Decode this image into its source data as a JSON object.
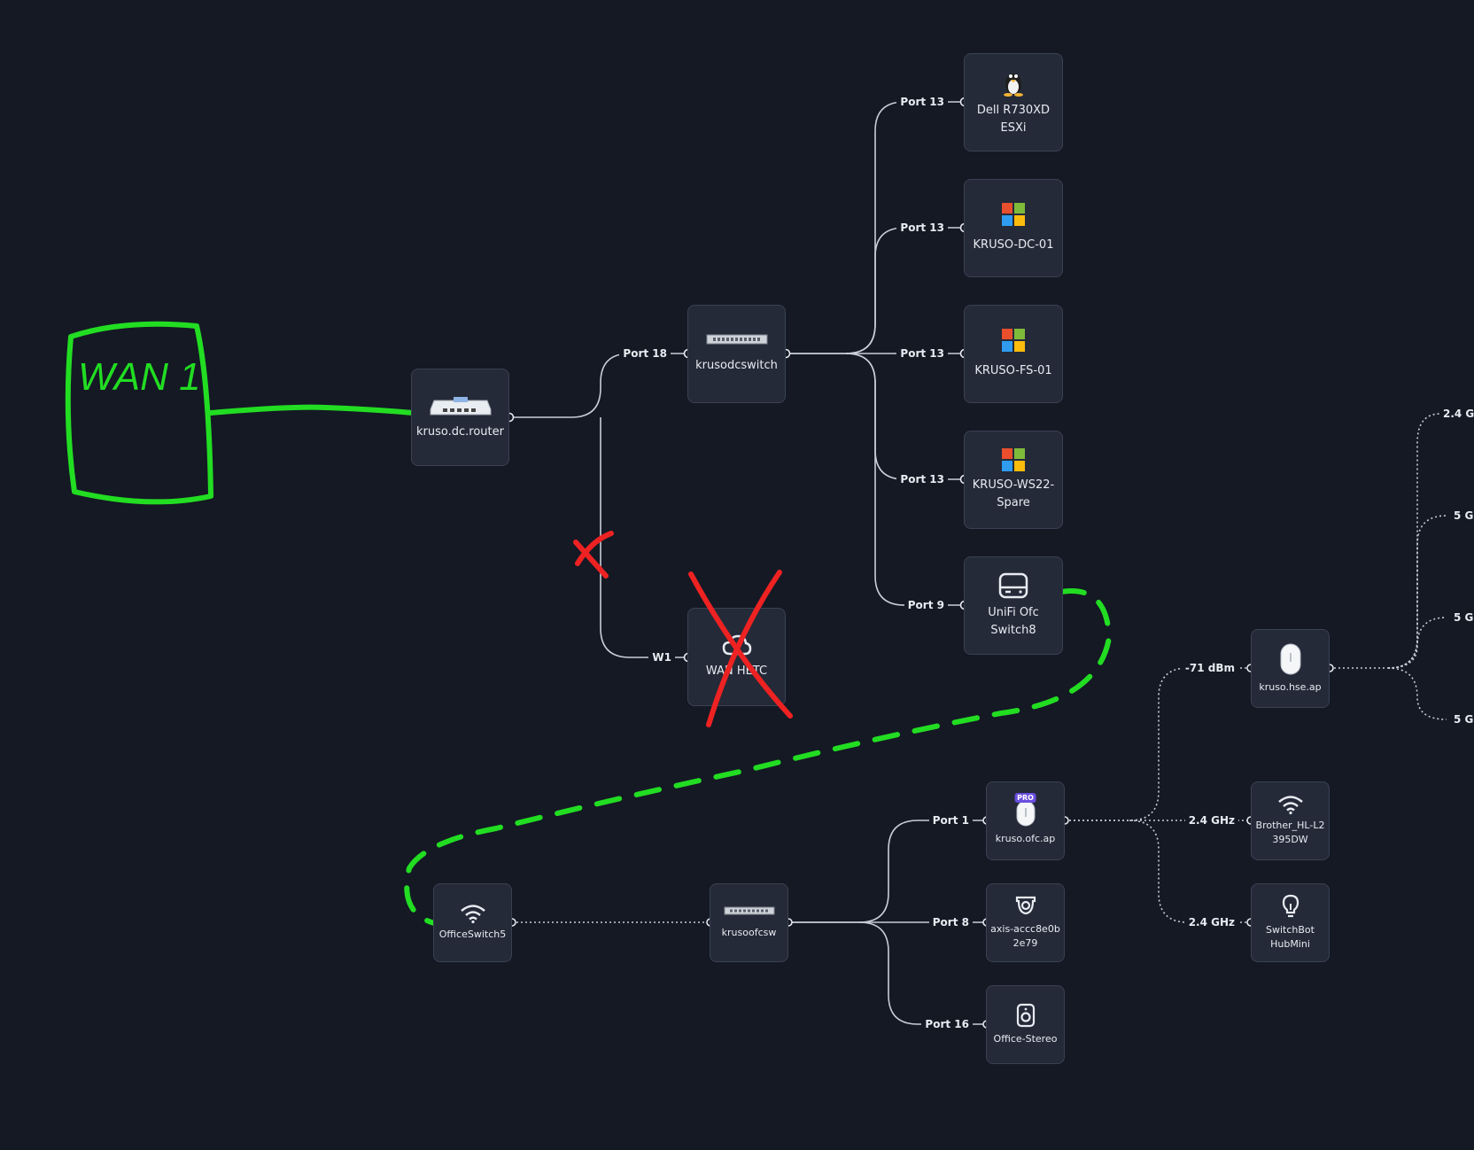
{
  "annotations": {
    "wan_sketch_text": "WAN 1"
  },
  "nodes": {
    "router": {
      "label": "kruso.dc.router",
      "icon": "router-icon"
    },
    "dcswitch": {
      "label": "krusodcswitch",
      "icon": "switch-icon"
    },
    "wan": {
      "label": "WAN HETC",
      "icon": "cloud-icon"
    },
    "dell": {
      "label": "Dell R730XD ESXi",
      "icon": "linux-penguin-icon"
    },
    "dc01": {
      "label": "KRUSO-DC-01",
      "icon": "windows-icon"
    },
    "fs01": {
      "label": "KRUSO-FS-01",
      "icon": "windows-icon"
    },
    "ws22": {
      "label": "KRUSO-WS22-Spare",
      "icon": "windows-icon"
    },
    "unifi": {
      "label": "UniFi Ofc Switch8",
      "icon": "switch-box-icon"
    },
    "officeswitch5": {
      "label": "OfficeSwitch5",
      "icon": "wifi-icon"
    },
    "ofcsw": {
      "label": "krusoofcsw",
      "icon": "switch-icon"
    },
    "ofcap": {
      "label": "kruso.ofc.ap",
      "icon": "access-point-pro-icon",
      "badge": "PRO"
    },
    "axis": {
      "label": "axis-accc8e0b2e79",
      "icon": "camera-icon"
    },
    "stereo": {
      "label": "Office-Stereo",
      "icon": "speaker-icon"
    },
    "hseap": {
      "label": "kruso.hse.ap",
      "icon": "access-point-icon"
    },
    "brother": {
      "label": "Brother_HL-L2395DW",
      "icon": "wifi-icon"
    },
    "switchbot": {
      "label": "SwitchBot HubMini",
      "icon": "lightbulb-icon"
    }
  },
  "edges": {
    "router_dcswitch": "Port 18",
    "router_wan": "W1",
    "dcswitch_dell": "Port 13",
    "dcswitch_dc01": "Port 13",
    "dcswitch_fs01": "Port 13",
    "dcswitch_ws22": "Port 13",
    "dcswitch_unifi": "Port 9",
    "ofcsw_ofcap": "Port 1",
    "ofcsw_axis": "Port 8",
    "ofcsw_stereo": "Port 16",
    "ofcap_hseap": "-71 dBm",
    "ofcap_brother": "2.4 GHz",
    "ofcap_switchbot": "2.4 GHz",
    "hseap_c1": "2.4 G",
    "hseap_c2": "5 G",
    "hseap_c3": "5 G",
    "hseap_c4": "5 G"
  },
  "colors": {
    "background": "#141924",
    "node": "#242a38",
    "edge": "#c9ced8",
    "annotation_green": "#22dd22",
    "annotation_red": "#ee2222"
  }
}
